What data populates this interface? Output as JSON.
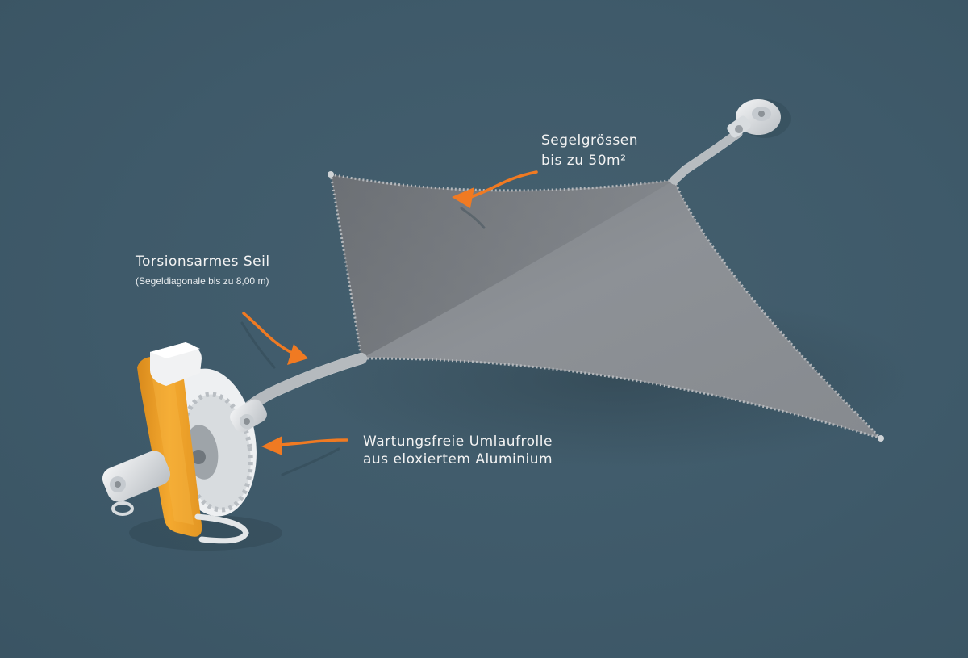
{
  "annotations": {
    "sail_size": {
      "line1": "Segelgrössen",
      "line2": "bis zu 50m²"
    },
    "rope": {
      "line1": "Torsionsarmes Seil",
      "line2": "(Segeldiagonale bis zu 8,00 m)"
    },
    "roller": {
      "line1": "Wartungsfreie Umlaufrolle",
      "line2": "aus eloxiertem Aluminium"
    }
  },
  "colors": {
    "background": "#3f5a6b",
    "sail": "#8b8f93",
    "sail_shadow": "#6d7176",
    "arrow": "#f07a22",
    "bracket": "#f0a02a",
    "hardware": "#e6e8ea"
  }
}
